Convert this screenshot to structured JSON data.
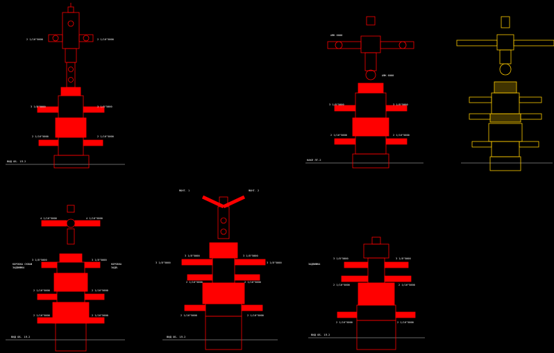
{
  "drawing": {
    "background": "#000000",
    "colors": {
      "red": "#ff0000",
      "yellow": "#ffcc00",
      "white": "#ffffff",
      "line": "#cfcfcf"
    }
  },
  "assemblies": [
    {
      "id": "a1",
      "color": "red",
      "title": "ВИД ОБ. 1Л-2",
      "labels": [
        "2 1/16\"5000",
        "2 1/16\"5000",
        "3 1/8\"5000",
        "3 1/8\"5000",
        "2 1/16\"5000",
        "2 1/16\"5000"
      ]
    },
    {
      "id": "a2",
      "color": "red",
      "title": "НАКЛ ЛТ-2",
      "labels": [
        "АФК 6000",
        "АФК 6000",
        "3 1/8\"5000",
        "3 1/8\"5000",
        "2 1/16\"5000",
        "2 1/16\"5000"
      ]
    },
    {
      "id": "a3",
      "color": "yellow",
      "title": "",
      "labels": []
    },
    {
      "id": "a4",
      "color": "red",
      "title": "ВИД ОБ. 1Л-2",
      "labels": [
        "4 1/16\"5000",
        "4 1/16\"5000",
        "3 1/8\"5000",
        "3 1/8\"5000",
        "2 1/16\"5000",
        "2 1/16\"5000",
        "2 1/16\"5000",
        "2 1/16\"5000",
        "КОРОБКА СКВАЖ",
        "ЗАДВИЖКА",
        "КОРОБКА",
        "ЗАДВ."
      ]
    },
    {
      "id": "a5",
      "color": "red",
      "title": "ВИД ОБ. 1Л-2",
      "labels": [
        "3 1/8\"5000",
        "3 1/8\"5000",
        "3 1/8\"5000",
        "3 1/8\"5000",
        "2 1/16\"5000",
        "2 1/16\"5000",
        "2 1/16\"5000",
        "2 1/16\"5000",
        "ФОНТ. 1",
        "ФОНТ. 2"
      ]
    },
    {
      "id": "a6",
      "color": "red",
      "title": "ВИД ОБ. 1Л-2",
      "labels": [
        "3 1/8\"5000",
        "3 1/8\"5000",
        "2 1/16\"5000",
        "2 1/16\"5000",
        "2 1/16\"5000",
        "2 1/16\"5000",
        "ЗАДВИЖКА"
      ]
    }
  ]
}
